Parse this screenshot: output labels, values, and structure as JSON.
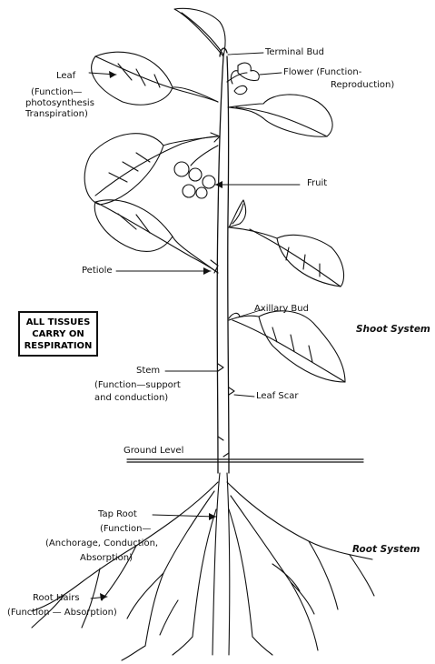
{
  "labels": {
    "terminal_bud": "Terminal Bud",
    "flower_1": "Flower (Function-",
    "flower_2": "Reproduction)",
    "leaf": "Leaf",
    "leaf_fn_1": "(Function—",
    "leaf_fn_2": "photosynthesis",
    "leaf_fn_3": "Transpiration)",
    "fruit": "Fruit",
    "petiole": "Petiole",
    "axillary_bud": "Axillary Bud",
    "shoot_system": "Shoot System",
    "box_1": "ALL TISSUES",
    "box_2": "CARRY ON",
    "box_3": "RESPIRATION",
    "stem": "Stem",
    "stem_fn_1": "(Function—support",
    "stem_fn_2": "and conduction)",
    "leaf_scar": "Leaf Scar",
    "ground_level": "Ground Level",
    "tap_root": "Tap Root",
    "tap_fn_1": "(Function—",
    "tap_fn_2": "(Anchorage, Conduction,",
    "tap_fn_3": "Absorption)",
    "root_system": "Root System",
    "root_hairs": "Root Hairs",
    "root_hairs_fn": "(Function — Absorption)"
  }
}
